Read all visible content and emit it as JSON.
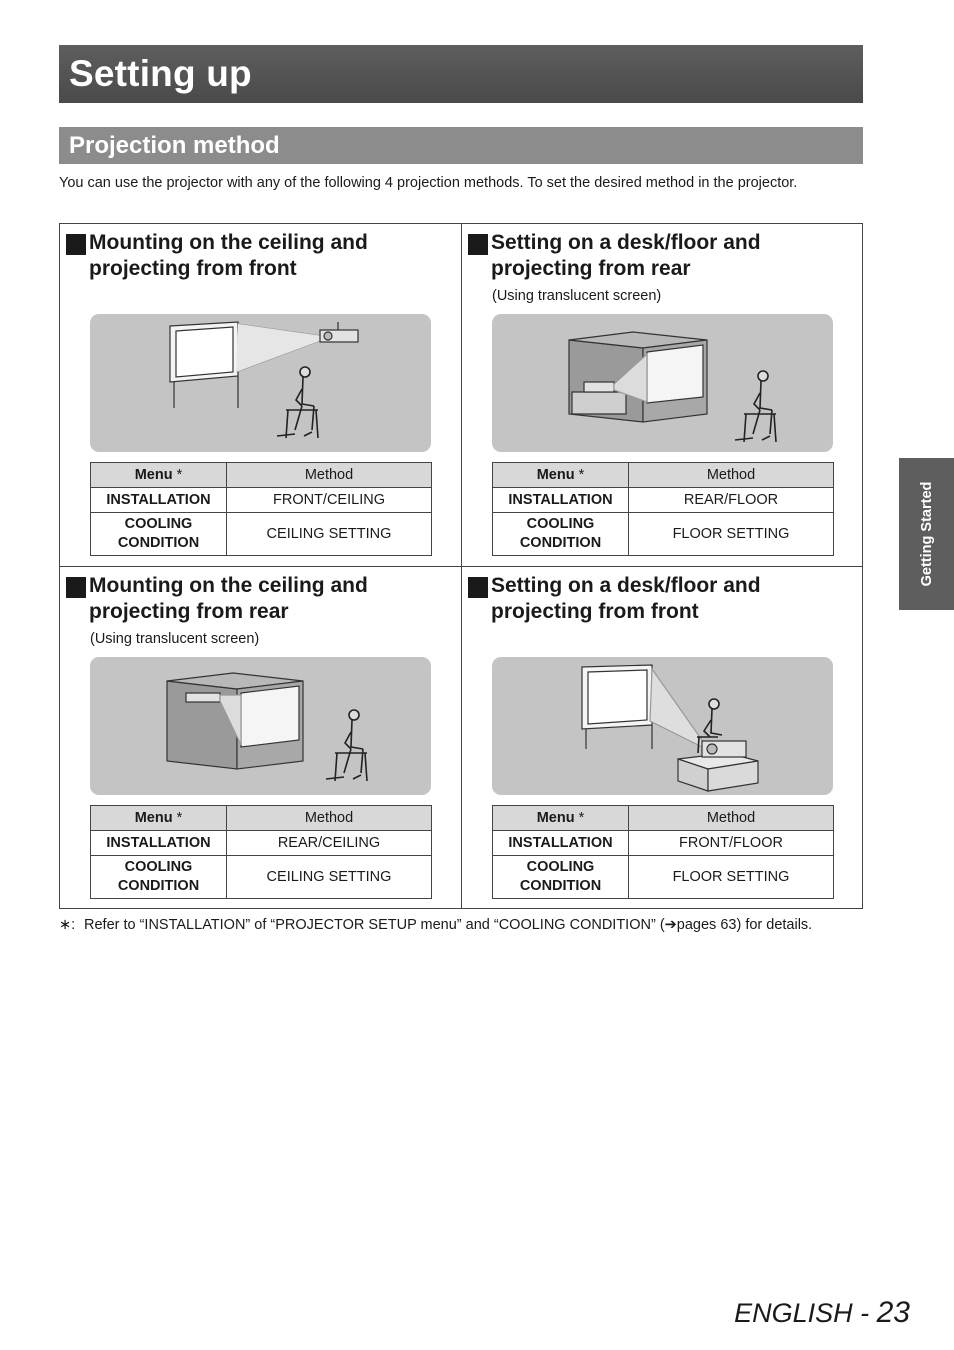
{
  "header": {
    "title": "Setting up"
  },
  "section": {
    "title": "Projection method",
    "intro": "You can use the projector with any of the following 4 projection methods. To set the desired method in the projector."
  },
  "table_headers": {
    "menu": "Menu",
    "asterisk": "*",
    "method": "Method"
  },
  "table_rows": {
    "installation": "INSTALLATION",
    "cooling_line1": "COOLING",
    "cooling_line2": "CONDITION"
  },
  "methods": [
    {
      "title": "Mounting on the ceiling and projecting from front",
      "note": "",
      "installation_value": "FRONT/CEILING",
      "cooling_value": "CEILING SETTING"
    },
    {
      "title": "Setting on a desk/floor and projecting from rear",
      "note": "(Using translucent screen)",
      "installation_value": "REAR/FLOOR",
      "cooling_value": "FLOOR SETTING"
    },
    {
      "title": "Mounting on the ceiling and projecting from rear",
      "note": "(Using translucent screen)",
      "installation_value": "REAR/CEILING",
      "cooling_value": "CEILING SETTING"
    },
    {
      "title": "Setting on a desk/floor and projecting from front",
      "note": "",
      "installation_value": "FRONT/FLOOR",
      "cooling_value": "FLOOR SETTING"
    }
  ],
  "footnote": {
    "mark": "∗:",
    "text": "Refer to “INSTALLATION” of “PROJECTOR SETUP menu” and “COOLING CONDITION” (➔pages 63) for details."
  },
  "side_tab": {
    "label": "Getting Started"
  },
  "footer": {
    "language": "ENGLISH - ",
    "page_number": "23"
  }
}
